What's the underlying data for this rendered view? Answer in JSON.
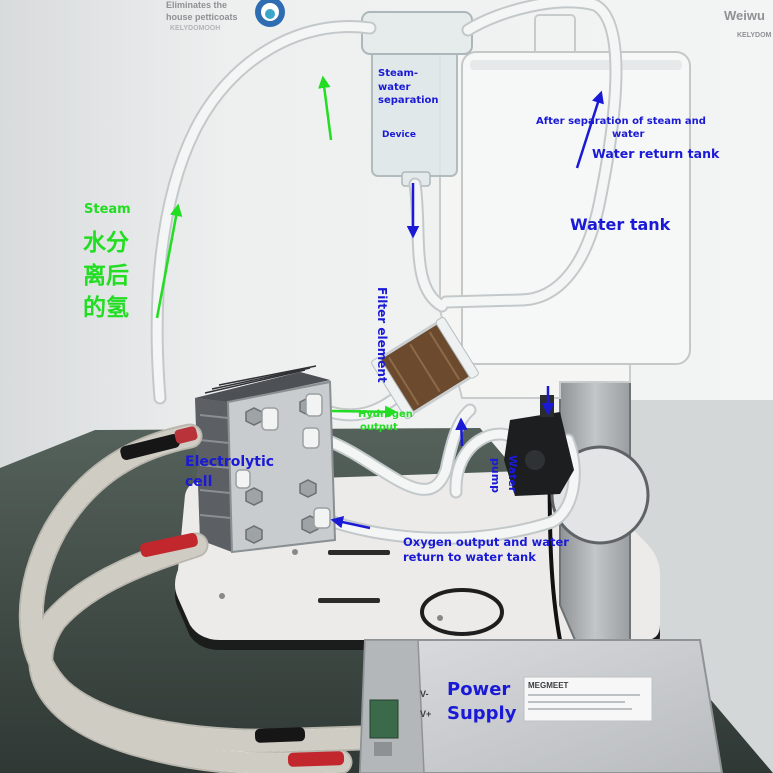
{
  "background_signs": {
    "left_line1": "Eliminates the",
    "left_line2": "house petticoats",
    "left_line3": "KELYDOMOOH",
    "right_line1": "Weiwu",
    "right_line2": "KELYDOM"
  },
  "labels": {
    "separator": [
      "Steam-",
      "water",
      "separation"
    ],
    "separator_device": "Device",
    "after_separation": [
      "After separation of steam and",
      "water"
    ],
    "water_return_tank": "Water return tank",
    "water_tank": "Water tank",
    "steam": "Steam",
    "hydrogen_cn": [
      "水分",
      "离后",
      "的氢"
    ],
    "filter_element": "Filter element",
    "hydrogen_output": [
      "Hydrogen",
      "output"
    ],
    "water_pump": [
      "Water",
      "pump"
    ],
    "electrolytic_cell": [
      "Electrolytic",
      "cell"
    ],
    "oxygen_output": [
      "Oxygen output and water",
      "return to water tank"
    ],
    "power_supply": [
      "Power",
      "Supply"
    ]
  },
  "power_supply_panel": {
    "brand": "MEGMEET",
    "terminals": [
      "V-",
      "V+"
    ]
  },
  "colors": {
    "annotation_blue": "#1a1ad6",
    "annotation_green": "#22dd22"
  }
}
